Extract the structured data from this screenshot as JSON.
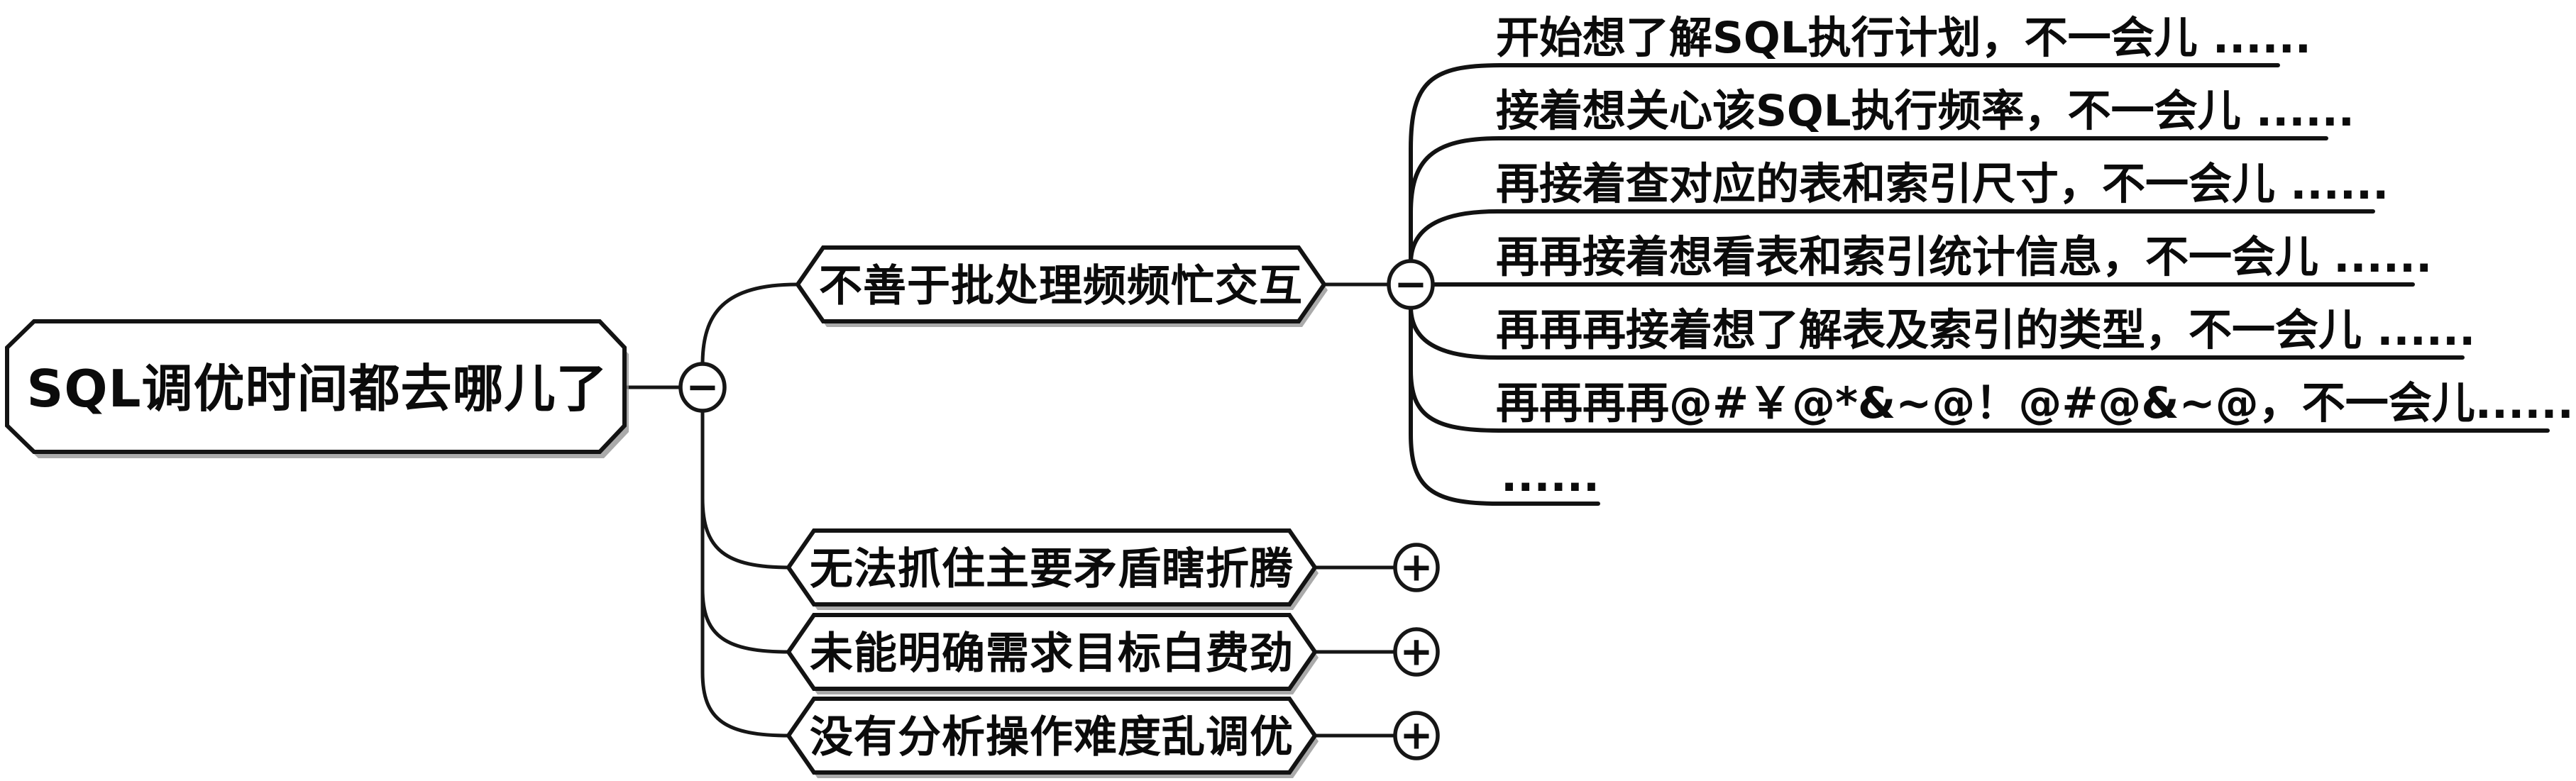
{
  "diagram": {
    "title": "SQL tuning time mind map",
    "root": {
      "label": "SQL调优时间都去哪儿了"
    },
    "branches": [
      {
        "label": "不善于批处理频频忙交互",
        "toggle": "collapse",
        "children": [
          "开始想了解SQL执行计划，不一会儿 ......",
          "接着想关心该SQL执行频率，不一会儿 ......",
          "再接着查对应的表和索引尺寸，不一会儿 ......",
          "再再接着想看表和索引统计信息，不一会儿 ......",
          "再再再接着想了解表及索引的类型，不一会儿 ......",
          "再再再再@#￥@*&~@！@#@&~@，不一会儿......",
          "......"
        ]
      },
      {
        "label": "无法抓住主要矛盾瞎折腾",
        "toggle": "expand",
        "children": []
      },
      {
        "label": "未能明确需求目标白费劲",
        "toggle": "expand",
        "children": []
      },
      {
        "label": "没有分析操作难度乱调优",
        "toggle": "expand",
        "children": []
      }
    ]
  },
  "icons": {
    "collapse_sign": "−",
    "expand_sign": "+"
  },
  "colors": {
    "background": "#ffffff",
    "line": "#161616",
    "node_fill": "#ffffff",
    "node_border": "#131313",
    "shadow": "#8d8d8d",
    "text": "#0b0b0b"
  }
}
